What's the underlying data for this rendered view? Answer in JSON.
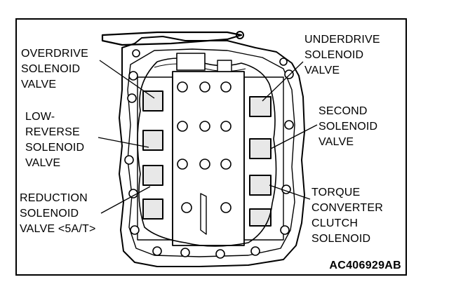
{
  "labels": {
    "overdrive": [
      "OVERDRIVE",
      "SOLENOID",
      "VALVE"
    ],
    "low_reverse": [
      "LOW-",
      "REVERSE",
      "SOLENOID",
      "VALVE"
    ],
    "reduction": [
      "REDUCTION",
      "SOLENOID",
      "VALVE <5A/T>"
    ],
    "underdrive": [
      "UNDERDRIVE",
      "SOLENOID",
      "VALVE"
    ],
    "second": [
      "SECOND",
      "SOLENOID",
      "VALVE"
    ],
    "torque_converter": [
      "TORQUE",
      "CONVERTER",
      "CLUTCH",
      "SOLENOID"
    ]
  },
  "figure_code": "AC406929AB"
}
